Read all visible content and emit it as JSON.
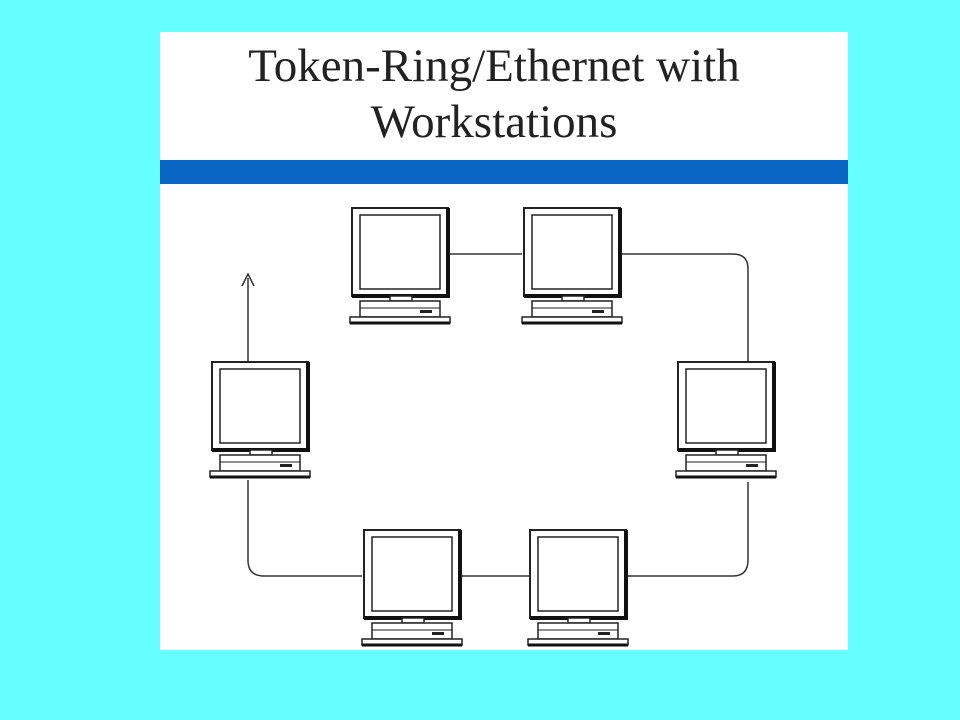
{
  "title": {
    "line1": "Token-Ring/Ethernet with",
    "line2": "Workstations"
  },
  "colors": {
    "background": "#66ffff",
    "slide": "#ffffff",
    "title_bar": "#0a64c4",
    "line": "#333333",
    "computer_stroke": "#222222"
  },
  "diagram": {
    "type": "ring-network",
    "nodes": [
      {
        "id": "ws-top-left",
        "icon": "computer-icon"
      },
      {
        "id": "ws-top-right",
        "icon": "computer-icon"
      },
      {
        "id": "ws-right",
        "icon": "computer-icon"
      },
      {
        "id": "ws-bottom-right",
        "icon": "computer-icon"
      },
      {
        "id": "ws-bottom-left",
        "icon": "computer-icon"
      },
      {
        "id": "ws-left",
        "icon": "computer-icon"
      }
    ],
    "edges": [
      {
        "from": "ws-top-left",
        "to": "ws-top-right"
      },
      {
        "from": "ws-top-right",
        "to": "ws-right"
      },
      {
        "from": "ws-right",
        "to": "ws-bottom-right"
      },
      {
        "from": "ws-bottom-right",
        "to": "ws-bottom-left"
      },
      {
        "from": "ws-bottom-left",
        "to": "ws-left"
      }
    ],
    "open_end": {
      "node": "ws-left",
      "direction": "up",
      "arrow": true
    }
  }
}
